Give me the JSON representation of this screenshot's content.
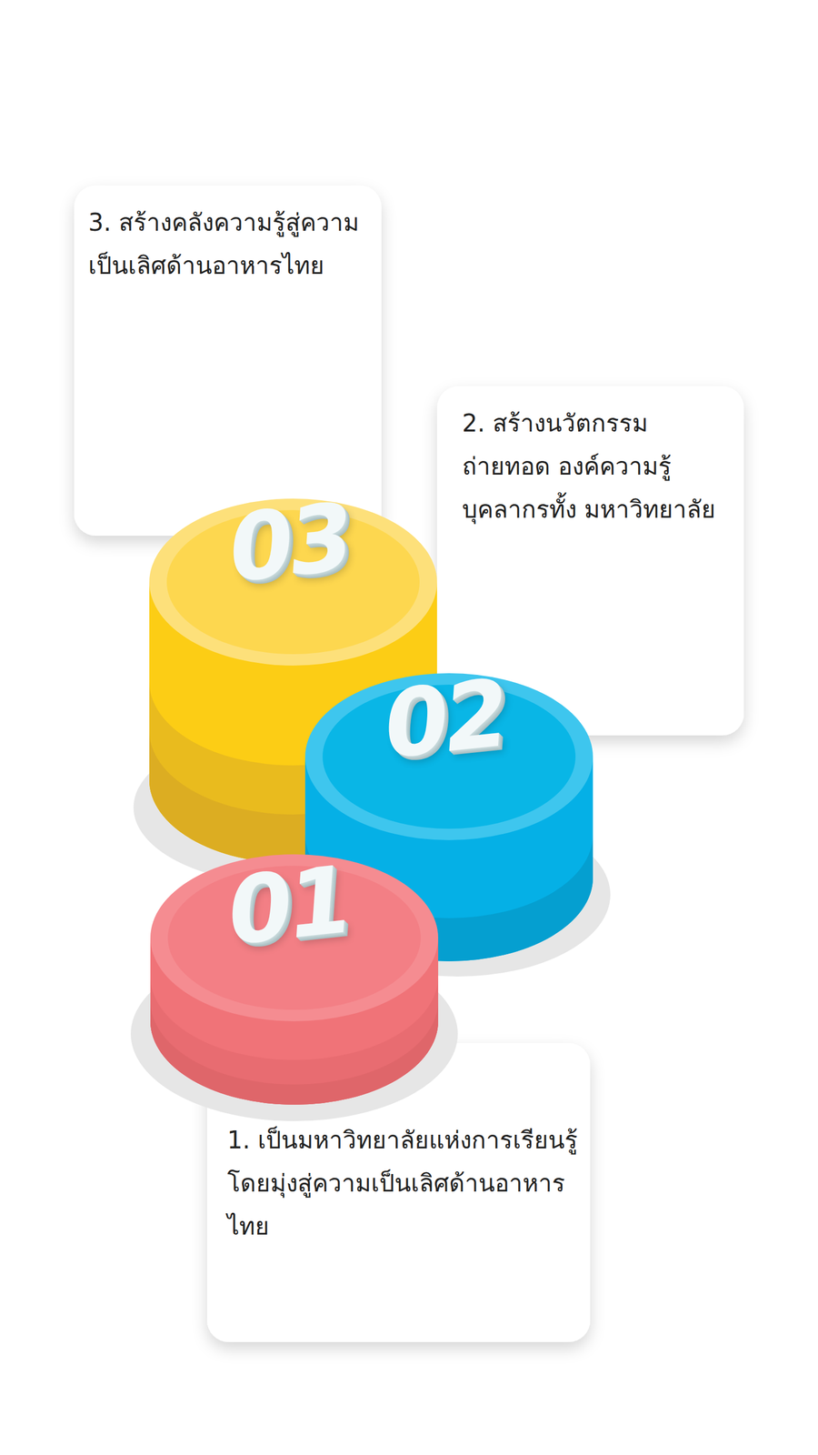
{
  "diagram": {
    "nodes": [
      {
        "text": [
          "3. สร้างคลังความรู้สู่ความ เป็นเลิศด้านอาหารไทย"
        ]
      },
      {
        "text": [
          "2. สร้างนวัตกรรมถ่ายทอด องค์ความรู้ บุคลากรทั้ง มหาวิทยาลัย"
        ]
      },
      {
        "text": [
          "1. เป็นมหาวิทยาลัยแห่งการเรียนรู้ โดยมุ่งสู่ความเป็นเลิศด้านอาหารไทย"
        ]
      }
    ],
    "labels": [
      "03",
      "02",
      "01"
    ]
  }
}
